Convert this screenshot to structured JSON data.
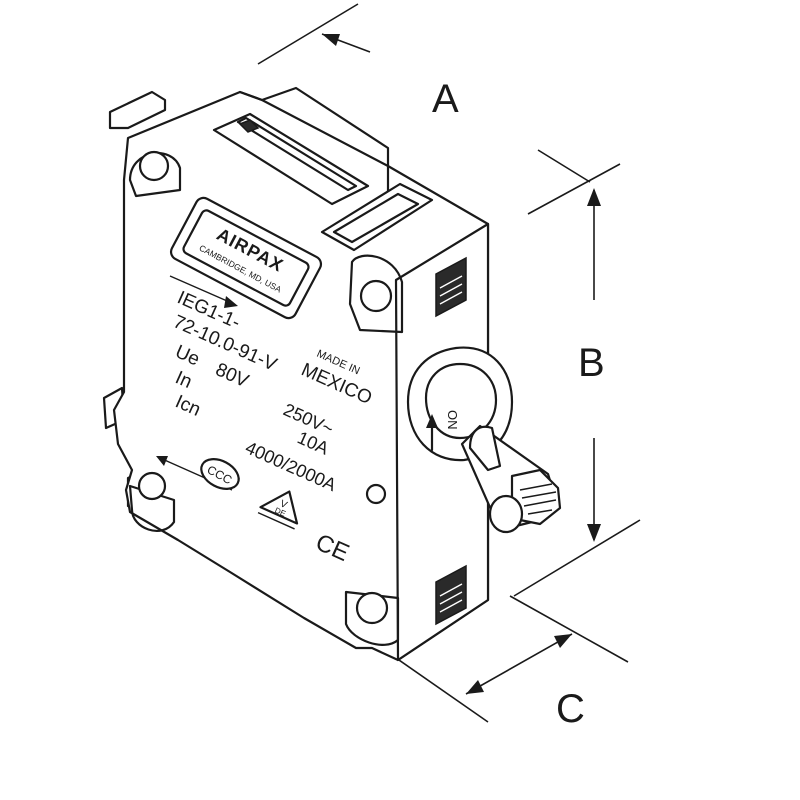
{
  "dimensions": {
    "a": "A",
    "b": "B",
    "c": "C"
  },
  "logo": {
    "brand": "AIRPAX",
    "location": "CAMBRIDGE, MD, USA"
  },
  "label": {
    "part_line1": "IEG1-1-",
    "part_line2": "72-10.0-91-V",
    "ue": "Ue",
    "ue_value": "80V",
    "in": "In",
    "icn": "Icn",
    "made_in": "MADE IN",
    "country": "MEXICO",
    "voltage_ac": "250V~",
    "current": "10A",
    "breaking": "4000/2000A",
    "ccc": "CCC",
    "vde_v": "V",
    "vde_de": "DE",
    "ce": "CE"
  },
  "handle": {
    "on_text": "ON"
  }
}
